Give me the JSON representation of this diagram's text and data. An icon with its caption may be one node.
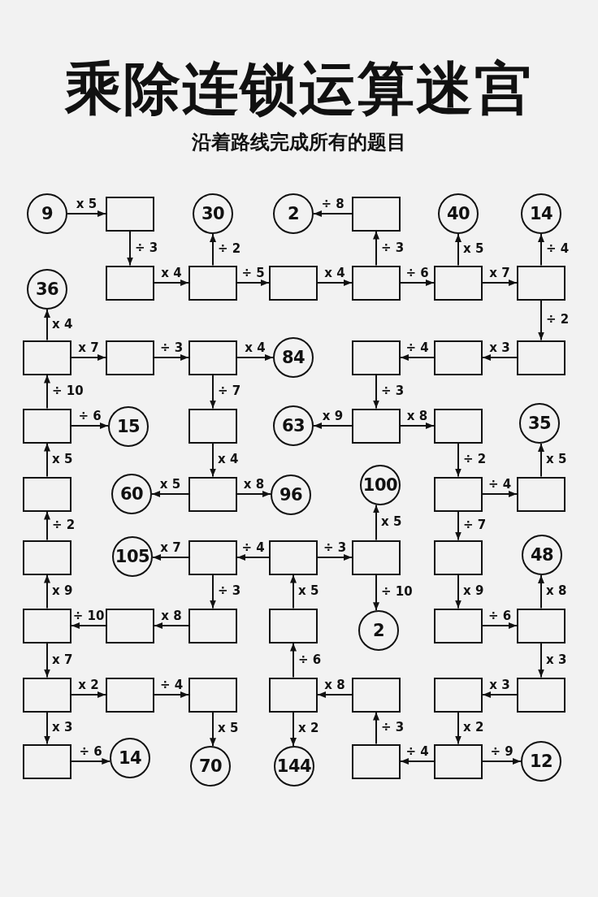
{
  "diagram": {
    "title": "乘除连锁运算迷宫",
    "labels": [
      "沿着路线完成所有的题目"
    ],
    "nodes": [
      {
        "text": [
          "9"
        ]
      },
      {
        "text": [],
        "shape": "box"
      },
      {
        "text": [
          "30"
        ]
      },
      {
        "text": [
          "2"
        ]
      },
      {
        "text": [],
        "shape": "box"
      },
      {
        "text": [
          "40"
        ]
      },
      {
        "text": [
          "14"
        ]
      },
      {
        "text": [
          "36"
        ]
      },
      {
        "text": [],
        "shape": "box"
      },
      {
        "text": [],
        "shape": "box"
      },
      {
        "text": [],
        "shape": "box"
      },
      {
        "text": [],
        "shape": "box"
      },
      {
        "text": [],
        "shape": "box"
      },
      {
        "text": [],
        "shape": "box"
      },
      {
        "text": [],
        "shape": "box"
      },
      {
        "text": [],
        "shape": "box"
      },
      {
        "text": [],
        "shape": "box"
      },
      {
        "text": [
          "84"
        ]
      },
      {
        "text": [],
        "shape": "box"
      },
      {
        "text": [],
        "shape": "box"
      },
      {
        "text": [],
        "shape": "box"
      },
      {
        "text": [],
        "shape": "box"
      },
      {
        "text": [
          "15"
        ]
      },
      {
        "text": [],
        "shape": "box"
      },
      {
        "text": [
          "63"
        ]
      },
      {
        "text": [],
        "shape": "box"
      },
      {
        "text": [],
        "shape": "box"
      },
      {
        "text": [
          "35"
        ]
      },
      {
        "text": [],
        "shape": "box"
      },
      {
        "text": [
          "60"
        ]
      },
      {
        "text": [],
        "shape": "box"
      },
      {
        "text": [
          "96"
        ]
      },
      {
        "text": [
          "100"
        ]
      },
      {
        "text": [],
        "shape": "box"
      },
      {
        "text": [],
        "shape": "box"
      },
      {
        "text": [],
        "shape": "box"
      },
      {
        "text": [
          "105"
        ]
      },
      {
        "text": [],
        "shape": "box"
      },
      {
        "text": [],
        "shape": "box"
      },
      {
        "text": [],
        "shape": "box"
      },
      {
        "text": [],
        "shape": "box"
      },
      {
        "text": [
          "48"
        ]
      },
      {
        "text": [],
        "shape": "box"
      },
      {
        "text": [],
        "shape": "box"
      },
      {
        "text": [],
        "shape": "box"
      },
      {
        "text": [],
        "shape": "box"
      },
      {
        "text": [
          "2"
        ]
      },
      {
        "text": [],
        "shape": "box"
      },
      {
        "text": [],
        "shape": "box"
      },
      {
        "text": [],
        "shape": "box"
      },
      {
        "text": [],
        "shape": "box"
      },
      {
        "text": [],
        "shape": "box"
      },
      {
        "text": [],
        "shape": "box"
      },
      {
        "text": [],
        "shape": "box"
      },
      {
        "text": [],
        "shape": "box"
      },
      {
        "text": [],
        "shape": "box"
      },
      {
        "text": [],
        "shape": "box"
      },
      {
        "text": [
          "14"
        ]
      },
      {
        "text": [
          "70"
        ]
      },
      {
        "text": [
          "144"
        ]
      },
      {
        "text": [],
        "shape": "box"
      },
      {
        "text": [],
        "shape": "box"
      },
      {
        "text": [
          "12"
        ]
      }
    ],
    "edges": [
      {
        "from": 0,
        "to": 1,
        "arrow": "to",
        "label": "x 5"
      },
      {
        "from": 1,
        "to": 8,
        "arrow": "to",
        "label": "÷ 3"
      },
      {
        "from": 8,
        "to": 9,
        "arrow": "to",
        "label": "x 4"
      },
      {
        "from": 9,
        "to": 2,
        "arrow": "to",
        "label": "÷ 2"
      },
      {
        "from": 9,
        "to": 10,
        "arrow": "to",
        "label": "÷ 5"
      },
      {
        "from": 10,
        "to": 11,
        "arrow": "to",
        "label": "x 4"
      },
      {
        "from": 11,
        "to": 4,
        "arrow": "to",
        "label": "÷ 3"
      },
      {
        "from": 4,
        "to": 3,
        "arrow": "to",
        "label": "÷ 8"
      },
      {
        "from": 11,
        "to": 12,
        "arrow": "to",
        "label": "÷ 6"
      },
      {
        "from": 12,
        "to": 5,
        "arrow": "to",
        "label": "x 5"
      },
      {
        "from": 12,
        "to": 13,
        "arrow": "to",
        "label": "x 7"
      },
      {
        "from": 13,
        "to": 6,
        "arrow": "to",
        "label": "÷ 4"
      },
      {
        "from": 13,
        "to": 20,
        "arrow": "to",
        "label": "÷ 2"
      },
      {
        "from": 20,
        "to": 19,
        "arrow": "to",
        "label": "x 3"
      },
      {
        "from": 19,
        "to": 18,
        "arrow": "to",
        "label": "÷ 4"
      },
      {
        "from": 18,
        "to": 25,
        "arrow": "to",
        "label": "÷ 3"
      },
      {
        "from": 25,
        "to": 24,
        "arrow": "to",
        "label": "x 9"
      },
      {
        "from": 25,
        "to": 26,
        "arrow": "to",
        "label": "x 8"
      },
      {
        "from": 26,
        "to": 33,
        "arrow": "to",
        "label": "÷ 2"
      },
      {
        "from": 33,
        "to": 34,
        "arrow": "to",
        "label": "÷ 4"
      },
      {
        "from": 34,
        "to": 27,
        "arrow": "to",
        "label": "x 5"
      },
      {
        "from": 33,
        "to": 40,
        "arrow": "to",
        "label": "÷ 7"
      },
      {
        "from": 40,
        "to": 47,
        "arrow": "to",
        "label": "x 9"
      },
      {
        "from": 47,
        "to": 48,
        "arrow": "to",
        "label": "÷ 6"
      },
      {
        "from": 48,
        "to": 41,
        "arrow": "to",
        "label": "x 8"
      },
      {
        "from": 48,
        "to": 55,
        "arrow": "to",
        "label": "x 3"
      },
      {
        "from": 55,
        "to": 54,
        "arrow": "to",
        "label": "x 3"
      },
      {
        "from": 54,
        "to": 61,
        "arrow": "to",
        "label": "x 2"
      },
      {
        "from": 61,
        "to": 62,
        "arrow": "to",
        "label": "÷ 9"
      },
      {
        "from": 61,
        "to": 60,
        "arrow": "to",
        "label": "÷ 4"
      },
      {
        "from": 60,
        "to": 53,
        "arrow": "to",
        "label": "÷ 3"
      },
      {
        "from": 53,
        "to": 52,
        "arrow": "to",
        "label": "x 8"
      },
      {
        "from": 52,
        "to": 59,
        "arrow": "to",
        "label": "x 2"
      },
      {
        "from": 52,
        "to": 45,
        "arrow": "to",
        "label": "÷ 6"
      },
      {
        "from": 45,
        "to": 38,
        "arrow": "to",
        "label": "x 5"
      },
      {
        "from": 38,
        "to": 37,
        "arrow": "to",
        "label": "÷ 4"
      },
      {
        "from": 38,
        "to": 39,
        "arrow": "to",
        "label": "÷ 3"
      },
      {
        "from": 39,
        "to": 32,
        "arrow": "to",
        "label": "x 5"
      },
      {
        "from": 39,
        "to": 46,
        "arrow": "to",
        "label": "÷ 10"
      },
      {
        "from": 37,
        "to": 36,
        "arrow": "to",
        "label": "x 7"
      },
      {
        "from": 37,
        "to": 44,
        "arrow": "to",
        "label": "÷ 3"
      },
      {
        "from": 44,
        "to": 43,
        "arrow": "to",
        "label": "x 8"
      },
      {
        "from": 43,
        "to": 42,
        "arrow": "to",
        "label": "÷ 10"
      },
      {
        "from": 42,
        "to": 35,
        "arrow": "to",
        "label": "x 9"
      },
      {
        "from": 35,
        "to": 28,
        "arrow": "to",
        "label": "÷ 2"
      },
      {
        "from": 28,
        "to": 21,
        "arrow": "to",
        "label": "x 5"
      },
      {
        "from": 21,
        "to": 22,
        "arrow": "to",
        "label": "÷ 6"
      },
      {
        "from": 21,
        "to": 14,
        "arrow": "to",
        "label": "÷ 10"
      },
      {
        "from": 14,
        "to": 7,
        "arrow": "to",
        "label": "x 4"
      },
      {
        "from": 14,
        "to": 15,
        "arrow": "to",
        "label": "x 7"
      },
      {
        "from": 15,
        "to": 16,
        "arrow": "to",
        "label": "÷ 3"
      },
      {
        "from": 16,
        "to": 17,
        "arrow": "to",
        "label": "x 4"
      },
      {
        "from": 16,
        "to": 23,
        "arrow": "to",
        "label": "÷ 7"
      },
      {
        "from": 23,
        "to": 30,
        "arrow": "to",
        "label": "x 4"
      },
      {
        "from": 30,
        "to": 29,
        "arrow": "to",
        "label": "x 5"
      },
      {
        "from": 30,
        "to": 31,
        "arrow": "to",
        "label": "x 8"
      },
      {
        "from": 42,
        "to": 49,
        "arrow": "to",
        "label": "x 7"
      },
      {
        "from": 49,
        "to": 50,
        "arrow": "to",
        "label": "x 2"
      },
      {
        "from": 50,
        "to": 51,
        "arrow": "to",
        "label": "÷ 4"
      },
      {
        "from": 51,
        "to": 58,
        "arrow": "to",
        "label": "x 5"
      },
      {
        "from": 49,
        "to": 56,
        "arrow": "to",
        "label": "x 3"
      },
      {
        "from": 56,
        "to": 57,
        "arrow": "to",
        "label": "÷ 6"
      }
    ]
  }
}
